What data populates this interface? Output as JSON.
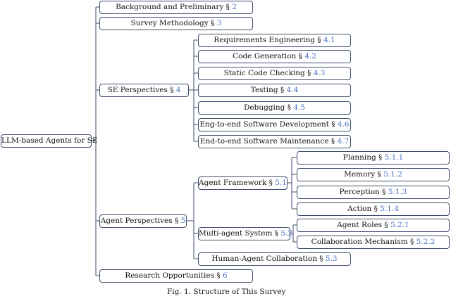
{
  "root": {
    "label": "LLM-based Agents for SE"
  },
  "level1": {
    "background": {
      "label": "Background and Preliminary §",
      "ref": "2"
    },
    "methodology": {
      "label": "Survey Methodology §",
      "ref": "3"
    },
    "se_perspectives": {
      "label": "SE Perspectives §",
      "ref": "4"
    },
    "agent_perspectives": {
      "label": "Agent Perspectives §",
      "ref": "5"
    },
    "research": {
      "label": "Research Opportunities §",
      "ref": "6"
    }
  },
  "se": {
    "requirements": {
      "label": "Requirements Engineering §",
      "ref": "4.1"
    },
    "codegen": {
      "label": "Code Generation §",
      "ref": "4.2"
    },
    "static": {
      "label": "Static Code Checking §",
      "ref": "4.3"
    },
    "testing": {
      "label": "Testing §",
      "ref": "4.4"
    },
    "debugging": {
      "label": "Debugging §",
      "ref": "4.5"
    },
    "e2e_dev": {
      "label": "Eng-to-end Software Development §",
      "ref": "4.6"
    },
    "e2e_maint": {
      "label": "End-to-end Software Maintenance §",
      "ref": "4.7"
    }
  },
  "agent": {
    "framework": {
      "label": "Agent Framework §",
      "ref": "5.1"
    },
    "multi": {
      "label": "Multi-agent System §",
      "ref": "5.2"
    },
    "human": {
      "label": "Human-Agent Collaboration §",
      "ref": "5.3"
    }
  },
  "framework": {
    "planning": {
      "label": "Planning §",
      "ref": "5.1.1"
    },
    "memory": {
      "label": "Memory §",
      "ref": "5.1.2"
    },
    "perception": {
      "label": "Perception §",
      "ref": "5.1.3"
    },
    "action": {
      "label": "Action §",
      "ref": "5.1.4"
    }
  },
  "multi": {
    "roles": {
      "label": "Agent Roles §",
      "ref": "5.2.1"
    },
    "collab": {
      "label": "Collaboration Mechanism §",
      "ref": "5.2.2"
    }
  },
  "caption": "Fig. 1. Structure of This Survey"
}
